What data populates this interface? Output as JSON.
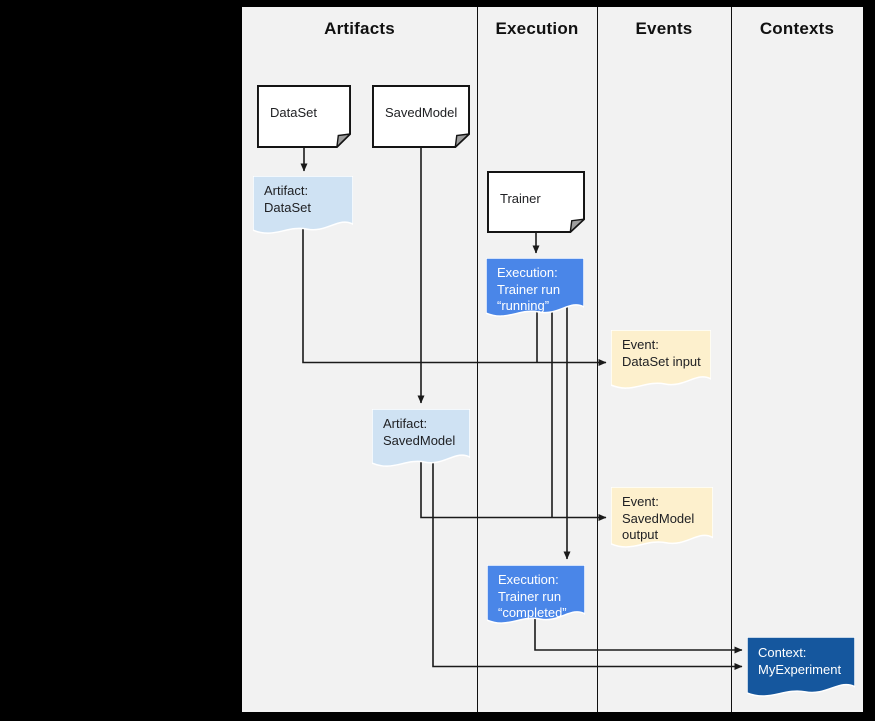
{
  "diagram": {
    "description": "ML metadata lineage diagram",
    "columns": [
      {
        "label": "Artifacts"
      },
      {
        "label": "Execution"
      },
      {
        "label": "Events"
      },
      {
        "label": "Contexts"
      }
    ],
    "nodes": [
      {
        "id": "dataset",
        "type": "note",
        "label": "DataSet"
      },
      {
        "id": "savedmodel",
        "type": "note",
        "label": "SavedModel"
      },
      {
        "id": "trainer",
        "type": "note",
        "label": "Trainer"
      },
      {
        "id": "artifact-dataset",
        "type": "artifact",
        "label": "Artifact:\nDataSet"
      },
      {
        "id": "execution-running",
        "type": "execution",
        "label": "Execution:\nTrainer run\n“running”"
      },
      {
        "id": "event-dataset-input",
        "type": "event",
        "label": "Event:\nDataSet input"
      },
      {
        "id": "artifact-savedmodel",
        "type": "artifact",
        "label": "Artifact:\nSavedModel"
      },
      {
        "id": "event-savedmodel-output",
        "type": "event",
        "label": "Event:\nSavedModel\noutput"
      },
      {
        "id": "execution-completed",
        "type": "execution",
        "label": "Execution:\nTrainer run\n“completed”"
      },
      {
        "id": "context-myexperiment",
        "type": "context",
        "label": "Context:\nMyExperiment"
      }
    ],
    "edges": [
      {
        "from": "dataset",
        "to": "artifact-dataset"
      },
      {
        "from": "savedmodel",
        "to": "artifact-savedmodel"
      },
      {
        "from": "trainer",
        "to": "execution-running"
      },
      {
        "from": "artifact-dataset",
        "to": "event-dataset-input"
      },
      {
        "from": "execution-running",
        "to": "event-dataset-input"
      },
      {
        "from": "execution-running",
        "to": "event-savedmodel-output"
      },
      {
        "from": "execution-running",
        "to": "execution-completed"
      },
      {
        "from": "artifact-savedmodel",
        "to": "event-savedmodel-output"
      },
      {
        "from": "artifact-savedmodel",
        "to": "context-myexperiment"
      },
      {
        "from": "execution-completed",
        "to": "context-myexperiment"
      }
    ],
    "colors": {
      "page_bg": "#000000",
      "panel_bg": "#f2f2f2",
      "note_fill": "#ffffff",
      "artifact_fill": "#cfe2f3",
      "execution_fill": "#4a86e8",
      "event_fill": "#fdf0cd",
      "context_fill": "#15579e",
      "line": "#1a1a1a"
    }
  }
}
